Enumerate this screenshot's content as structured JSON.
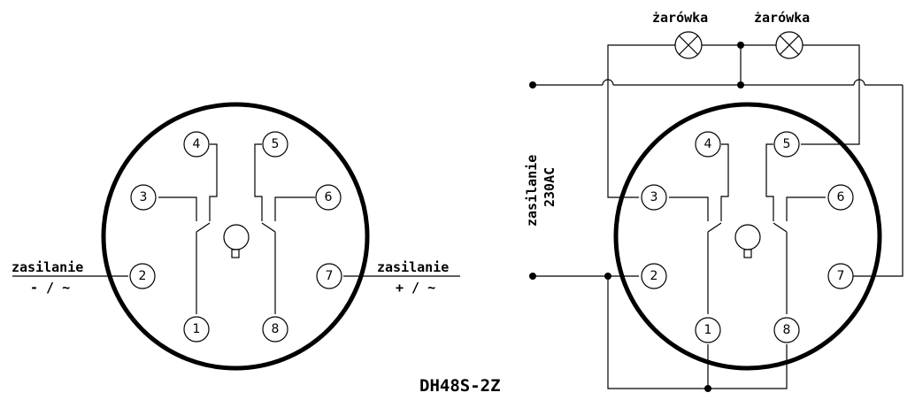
{
  "title": "DH48S-2Z",
  "left": {
    "pins": [
      "1",
      "2",
      "3",
      "4",
      "5",
      "6",
      "7",
      "8"
    ],
    "supply_label": "zasilanie",
    "supply_minus": "- / ~",
    "supply_plus": "+ / ~"
  },
  "right": {
    "pins": [
      "1",
      "2",
      "3",
      "4",
      "5",
      "6",
      "7",
      "8"
    ],
    "supply_label": "zasilanie",
    "supply_voltage": "230AC",
    "lamp_labels": [
      "żarówka",
      "żarówka"
    ]
  }
}
